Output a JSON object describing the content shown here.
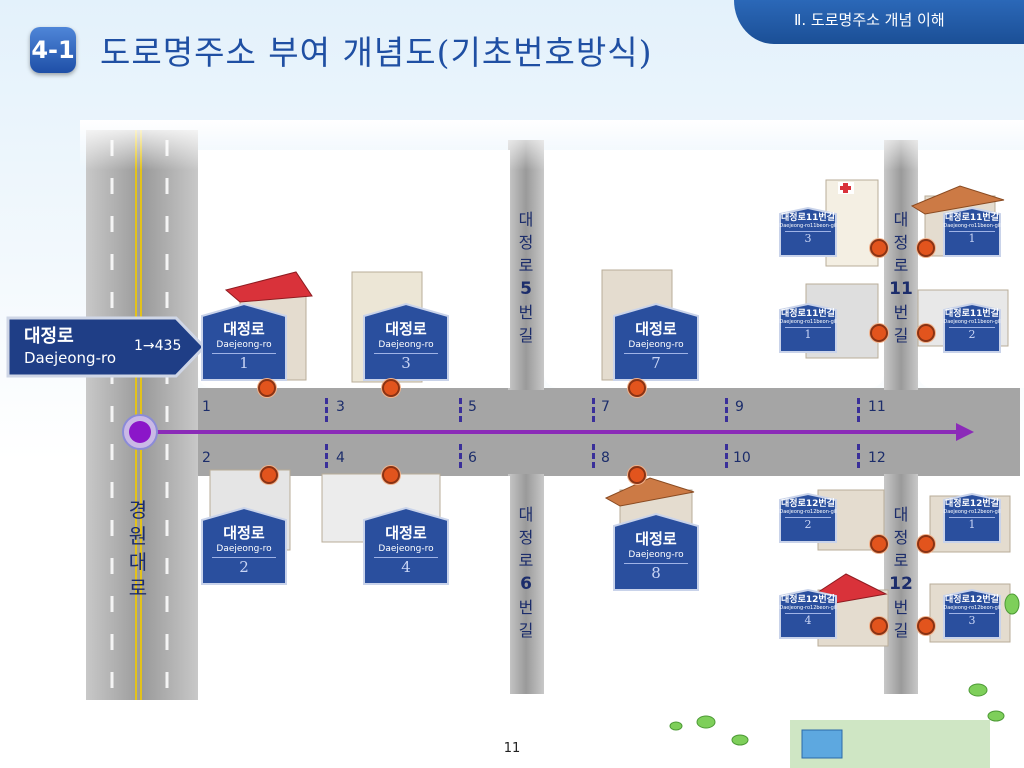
{
  "header": {
    "section_label": "Ⅱ. 도로명주소 개념 이해",
    "badge": "4-1",
    "title": "도로명주소 부여 개념도(기초번호방식)"
  },
  "main_road": {
    "name_ko": "대정로",
    "name_en": "Daejeong-ro",
    "range": "1→435"
  },
  "cross_road": {
    "name": "경원대로"
  },
  "side_streets": [
    {
      "label": "대정로",
      "number": "5",
      "suffix": "번길"
    },
    {
      "label": "대정로",
      "number": "6",
      "suffix": "번길"
    },
    {
      "label": "대정로",
      "number": "11",
      "suffix": "번길"
    },
    {
      "label": "대정로",
      "number": "12",
      "suffix": "번길"
    }
  ],
  "base_numbers": {
    "top": [
      "1",
      "3",
      "5",
      "7",
      "9",
      "11"
    ],
    "bottom": [
      "2",
      "4",
      "6",
      "8",
      "10",
      "12"
    ]
  },
  "main_signs": [
    {
      "ko": "대정로",
      "en": "Daejeong-ro",
      "num": "1"
    },
    {
      "ko": "대정로",
      "en": "Daejeong-ro",
      "num": "3"
    },
    {
      "ko": "대정로",
      "en": "Daejeong-ro",
      "num": "7"
    },
    {
      "ko": "대정로",
      "en": "Daejeong-ro",
      "num": "2"
    },
    {
      "ko": "대정로",
      "en": "Daejeong-ro",
      "num": "4"
    },
    {
      "ko": "대정로",
      "en": "Daejeong-ro",
      "num": "8"
    }
  ],
  "small_signs": [
    {
      "ko": "대정로11번길",
      "en": "Daejeong-ro11beon-gil",
      "num": "3"
    },
    {
      "ko": "대정로11번길",
      "en": "Daejeong-ro11beon-gil",
      "num": "1"
    },
    {
      "ko": "대정로11번길",
      "en": "Daejeong-ro11beon-gil",
      "num": "1"
    },
    {
      "ko": "대정로11번길",
      "en": "Daejeong-ro11beon-gil",
      "num": "2"
    },
    {
      "ko": "대정로12번길",
      "en": "Daejeong-ro12beon-gil",
      "num": "2"
    },
    {
      "ko": "대정로12번길",
      "en": "Daejeong-ro12beon-gil",
      "num": "1"
    },
    {
      "ko": "대정로12번길",
      "en": "Daejeong-ro12beon-gil",
      "num": "4"
    },
    {
      "ko": "대정로12번길",
      "en": "Daejeong-ro12beon-gil",
      "num": "3"
    }
  ],
  "footer": {
    "page": "11"
  },
  "colors": {
    "road": "#a9a9a9",
    "arrow": "#8b2bb8",
    "sign": "#2a4f9e",
    "dot": "#e2541d",
    "title": "#1f4fa3"
  }
}
